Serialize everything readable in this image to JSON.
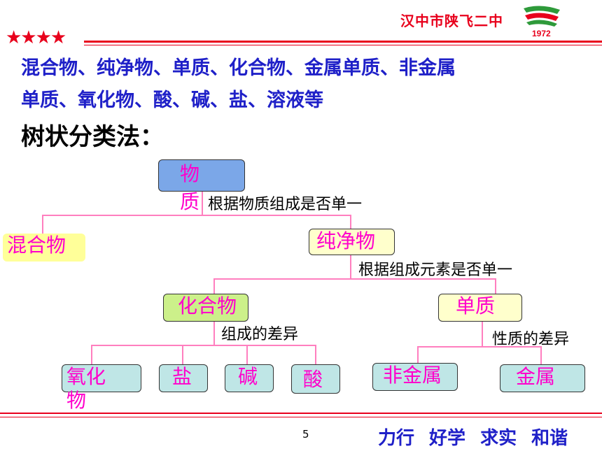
{
  "header": {
    "school_name": "汉中市陕飞二中",
    "logo_year": "1972",
    "stars": "★★★★"
  },
  "intro": {
    "line1": "混合物、纯净物、单质、化合物、金属单质、非金属",
    "line2": "单质、氧化物、酸、碱、盐、溶液等"
  },
  "heading": "树状分类法：",
  "tree": {
    "root": "物质",
    "root_criterion": "根据物质组成是否单一",
    "mixture": "混合物",
    "pure": "纯净物",
    "pure_criterion": "根据组成元素是否单一",
    "compound": "化合物",
    "compound_criterion": "组成的差异",
    "element": "单质",
    "element_criterion": "性质的差异",
    "oxide": "氧化物",
    "salt": "盐",
    "base": "碱",
    "acid": "酸",
    "nonmetal": "非金属",
    "metal": "金属"
  },
  "footer": {
    "page": "5",
    "motto": "力行 好学 求实 和谐"
  },
  "colors": {
    "accent_red": "#e8001c",
    "text_blue": "#1f20c8",
    "node_text": "#ff00cc",
    "tree_line": "#ff7fbf",
    "root_fill": "#7ba7e8",
    "mixture_fill": "#ffff99",
    "pure_fill": "#ffffcc",
    "compound_fill": "#ccf08a",
    "element_fill": "#ffffcc",
    "leaf_fill": "#bfe6e6"
  }
}
